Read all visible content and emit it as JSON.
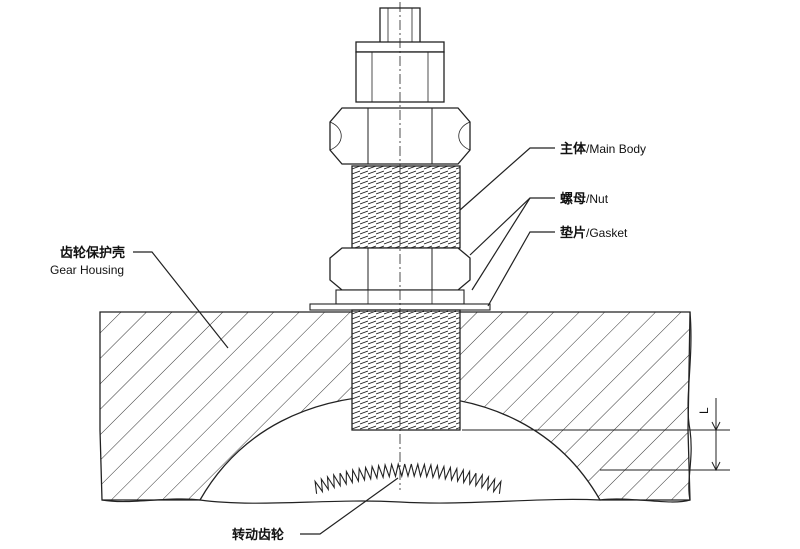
{
  "labels": {
    "main_body_cn": "主体",
    "main_body_en": "/Main Body",
    "nut_cn": "螺母",
    "nut_en": "/Nut",
    "gasket_cn": "垫片",
    "gasket_en": "/Gasket",
    "gear_housing_cn": "齿轮保护壳",
    "gear_housing_en": "Gear Housing",
    "rotating_gear_cn": "转动齿轮",
    "dimension_L": "L"
  },
  "colors": {
    "line": "#222222",
    "hatch": "#333333",
    "background": "#ffffff"
  }
}
